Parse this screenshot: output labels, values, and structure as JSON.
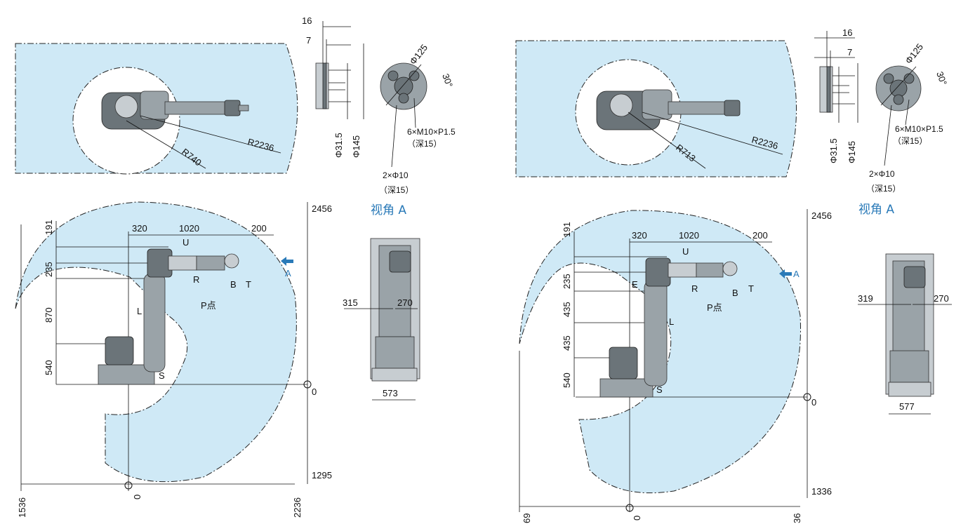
{
  "left": {
    "top_view": {
      "r_inner": "R740",
      "r_outer": "R2236"
    },
    "flange": {
      "d16": "16",
      "d7": "7",
      "phi31": "Φ31.5",
      "phi145": "Φ145",
      "phi125": "Φ125",
      "angle": "30°",
      "thread": "6×M10×P1.5",
      "thread_depth": "（深15）",
      "pin": "2×Φ10",
      "pin_depth": "（深15）",
      "view_label": "视角 A"
    },
    "side_view": {
      "h2456": "2456",
      "h1295": "1295",
      "zero_y": "0",
      "v191": "191",
      "v235": "235",
      "v870": "870",
      "v540": "540",
      "h320": "320",
      "h1020": "1020",
      "h200": "200",
      "x1536": "1536",
      "x0": "0",
      "x2236": "2236",
      "axis_u": "U",
      "axis_r": "R",
      "axis_b": "B",
      "axis_t": "T",
      "axis_l": "L",
      "axis_s": "S",
      "p_point": "P点",
      "arrow_a": "A"
    },
    "rear_view": {
      "w315": "315",
      "w270": "270",
      "w573": "573"
    }
  },
  "right": {
    "top_view": {
      "r_inner": "R713",
      "r_outer": "R2236"
    },
    "flange": {
      "d16": "16",
      "d7": "7",
      "phi31": "Φ31.5",
      "phi145": "Φ145",
      "phi125": "Φ125",
      "angle": "30°",
      "thread": "6×M10×P1.5",
      "thread_depth": "（深15）",
      "pin": "2×Φ10",
      "pin_depth": "（深15）",
      "view_label": "视角 A"
    },
    "side_view": {
      "h2456": "2456",
      "h1336": "1336",
      "zero_y": "0",
      "v191": "191",
      "v235": "235",
      "v435a": "435",
      "v435b": "435",
      "v540": "540",
      "h320": "320",
      "h1020": "1020",
      "h200": "200",
      "x_left": "69",
      "x0": "0",
      "x_right": "36",
      "axis_u": "U",
      "axis_r": "R",
      "axis_b": "B",
      "axis_t": "T",
      "axis_e": "E",
      "axis_l": "L",
      "axis_s": "S",
      "p_point": "P点",
      "arrow_a": "A"
    },
    "rear_view": {
      "w319": "319",
      "w270": "270",
      "w577": "577"
    }
  }
}
